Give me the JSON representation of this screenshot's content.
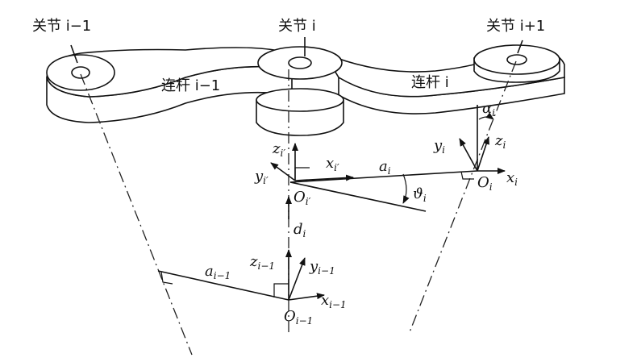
{
  "labels": {
    "joint_prev": "关节 i−1",
    "joint_cur": "关节 i",
    "joint_next": "关节 i+1",
    "link_prev": "连杆 i−1",
    "link_cur": "连杆 i"
  },
  "symbols": {
    "alpha": "α",
    "alpha_sub": "i",
    "z": "z",
    "y": "y",
    "x": "x",
    "a": "a",
    "d": "d",
    "O": "O",
    "theta": "ϑ",
    "sub_i": "i",
    "sub_ip": "i′",
    "sub_im1": "i−1"
  }
}
